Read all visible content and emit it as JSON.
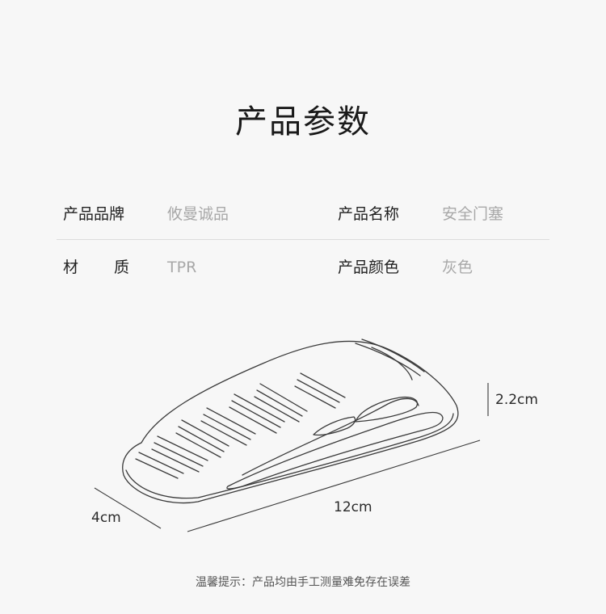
{
  "title": "产品参数",
  "specs": {
    "brand_label": "产品品牌",
    "brand_value": "攸曼诚品",
    "name_label": "产品名称",
    "name_value": "安全门塞",
    "material_label_1": "材",
    "material_label_2": "质",
    "material_value": "TPR",
    "color_label": "产品颜色",
    "color_value": "灰色"
  },
  "dimensions": {
    "height": "2.2cm",
    "length": "12cm",
    "width": "4cm"
  },
  "note": "温馨提示：产品均由手工测量难免存在误差"
}
